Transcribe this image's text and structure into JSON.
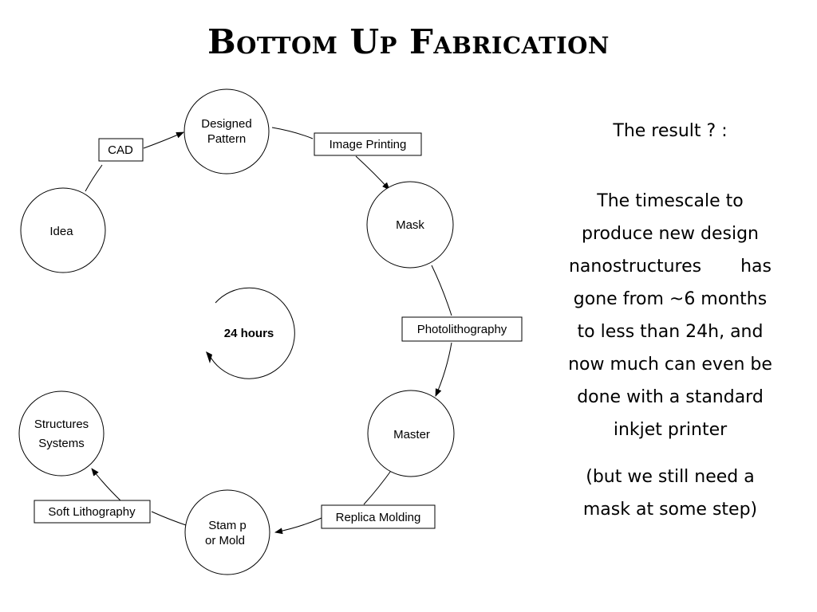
{
  "title": "Bottom Up Fabrication",
  "diagram": {
    "nodes": {
      "idea": [
        "Idea"
      ],
      "designed_pattern": [
        "Designed",
        "Pattern"
      ],
      "mask": [
        "Mask"
      ],
      "master": [
        "Master"
      ],
      "stamp_or_mold": [
        "Stam p",
        "or Mold"
      ],
      "structures_systems": [
        "Structures",
        "Systems"
      ]
    },
    "process_labels": {
      "cad": "CAD",
      "image_printing": "Image Printing",
      "photolithography": "Photolithography",
      "replica_molding": "Replica Molding",
      "soft_lithography": "Soft Lithography"
    },
    "center_label": "24 hours"
  },
  "side_text": {
    "result_label": "The result ? :",
    "timescale_lines": [
      "The timescale to",
      "produce new design",
      "nanostructures has",
      "gone from ~6 months",
      "to less than 24h, and",
      "now much can even be",
      "done with a standard",
      "inkjet printer"
    ],
    "note_lines": [
      "(but we still need a",
      "mask at some step)"
    ]
  }
}
